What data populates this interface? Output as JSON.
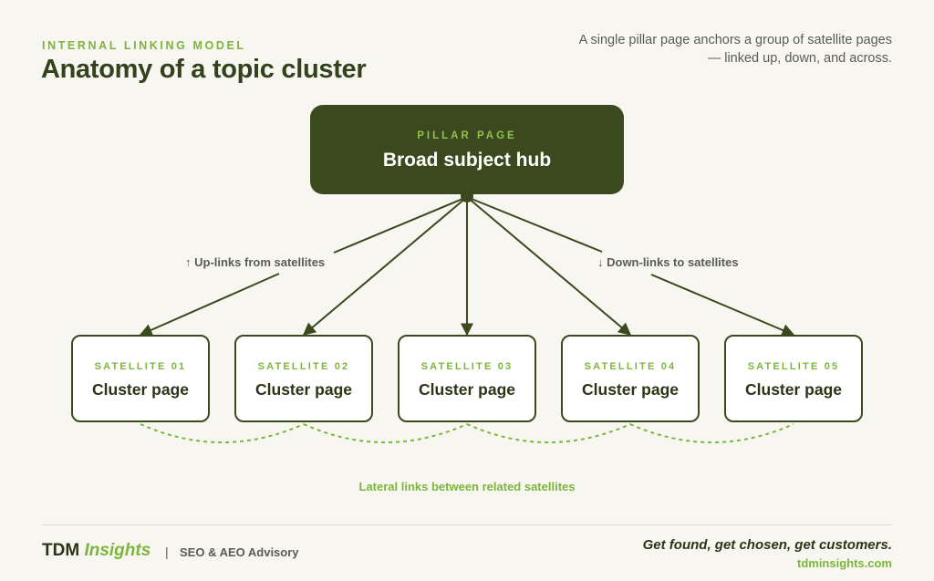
{
  "header": {
    "eyebrow": "INTERNAL LINKING MODEL",
    "title": "Anatomy of a topic cluster",
    "subtitle": "A single pillar page anchors a group of satellite pages — linked up, down, and across."
  },
  "pillar": {
    "kicker": "PILLAR PAGE",
    "name": "Broad subject hub"
  },
  "satellites": [
    {
      "kicker": "SATELLITE 01",
      "name": "Cluster page"
    },
    {
      "kicker": "SATELLITE 02",
      "name": "Cluster page"
    },
    {
      "kicker": "SATELLITE 03",
      "name": "Cluster page"
    },
    {
      "kicker": "SATELLITE 04",
      "name": "Cluster page"
    },
    {
      "kicker": "SATELLITE 05",
      "name": "Cluster page"
    }
  ],
  "annotations": {
    "up_links": "↑ Up-links from satellites",
    "down_links": "↓ Down-links to satellites",
    "lateral": "Lateral links between related satellites"
  },
  "footer": {
    "brand_main": "TDM",
    "brand_accent": "Insights",
    "separator": "|",
    "advisory": "SEO & AEO Advisory",
    "tagline": "Get found, get chosen, get customers.",
    "website": "tdminsights.com"
  },
  "colors": {
    "dark_green": "#3a4a1e",
    "accent_green": "#7db53c",
    "background": "#f8f6f1"
  }
}
